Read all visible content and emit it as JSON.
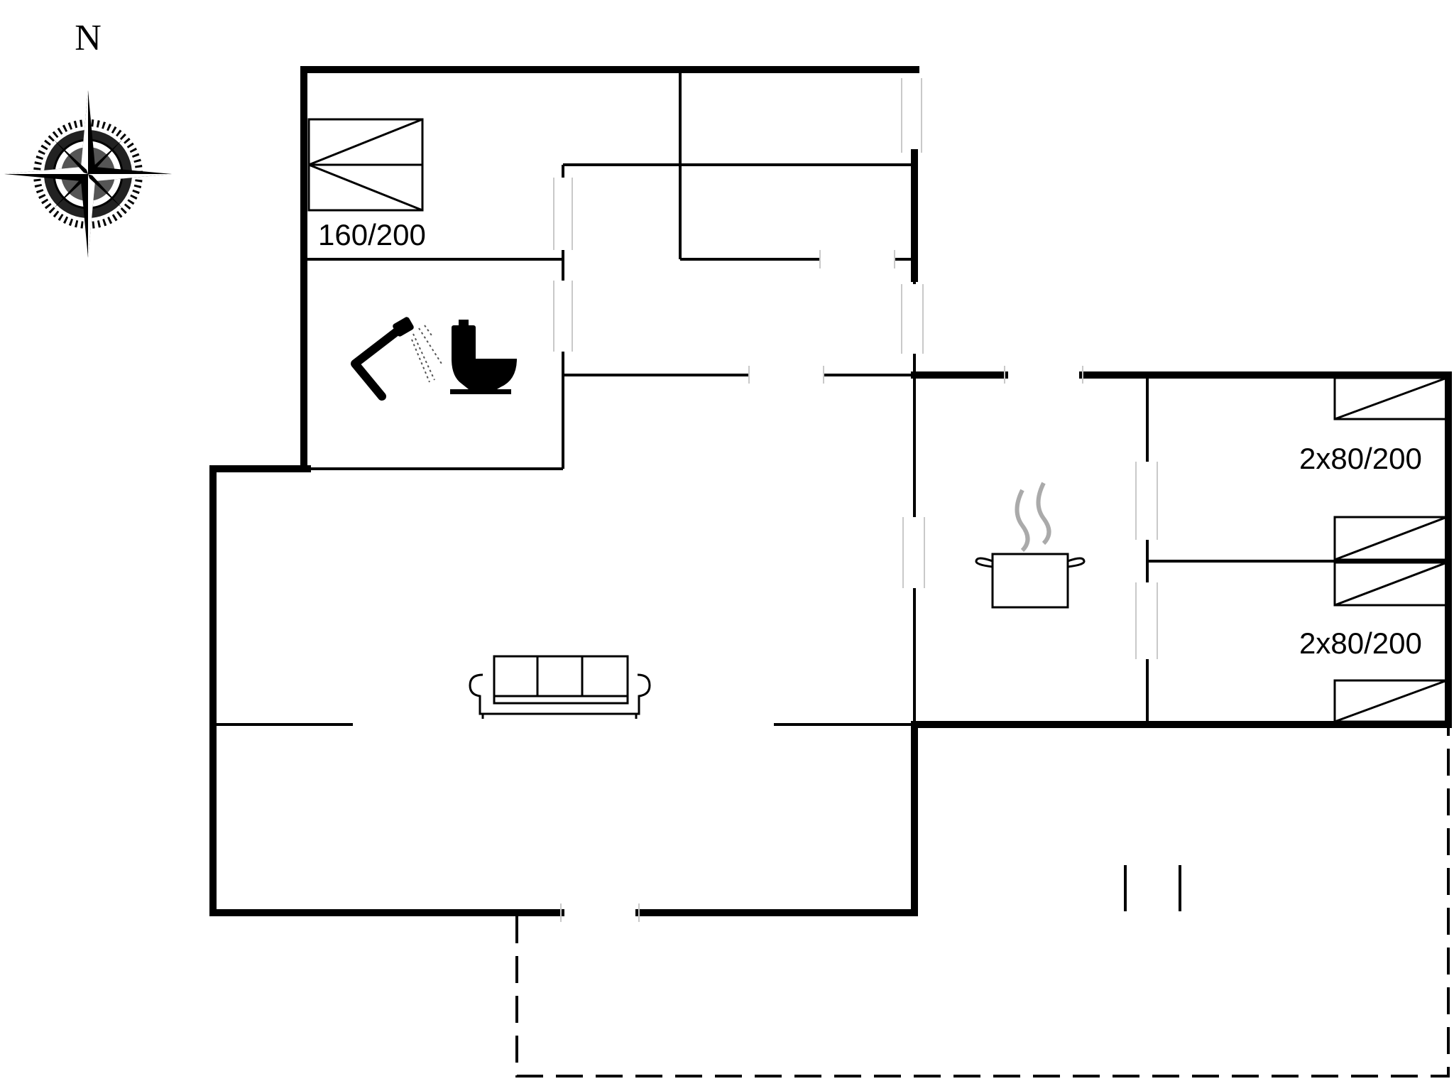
{
  "compass": {
    "north_label": "N",
    "icon": "compass-rose-icon"
  },
  "rooms": {
    "bedroom_double": {
      "bed_label": "160/200"
    },
    "bathroom": {
      "icons": [
        "shower-icon",
        "toilet-icon"
      ]
    },
    "living_room": {
      "icon": "sofa-icon"
    },
    "kitchen": {
      "icon": "cooking-pot-icon"
    },
    "bedroom_twin_1": {
      "bed_label": "2x80/200"
    },
    "bedroom_twin_2": {
      "bed_label": "2x80/200"
    }
  }
}
